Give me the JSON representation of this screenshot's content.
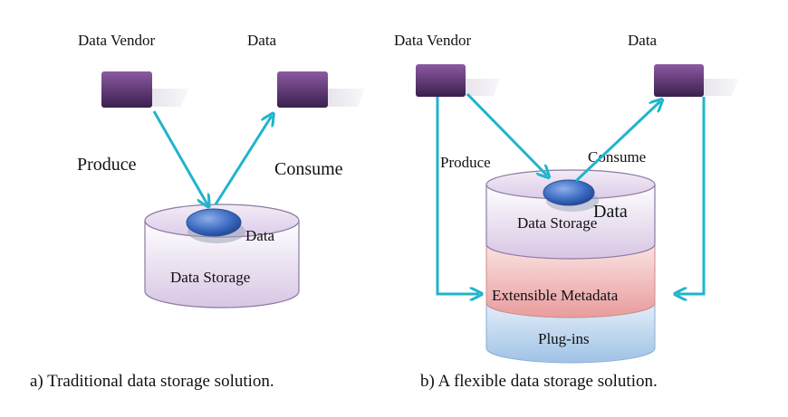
{
  "colors": {
    "arrow": "#20b4cc",
    "terminal_top": "#7a4c8e",
    "terminal_bottom": "#3a1f4d",
    "storage_fill": "#eadff0",
    "storage_edge": "#8c7ba0",
    "data_blob": "#3f6fc4",
    "metadata_fill": "#f2b8b8",
    "plugins_fill": "#bcd6ee"
  },
  "panel_a": {
    "vendor_label": "Data Vendor",
    "data_label": "Data",
    "produce_label": "Produce",
    "consume_label": "Consume",
    "blob_label": "Data",
    "storage_label": "Data Storage",
    "caption": "a) Traditional data storage solution."
  },
  "panel_b": {
    "vendor_label": "Data Vendor",
    "data_label": "Data",
    "produce_label": "Produce",
    "consume_label": "Consume",
    "blob_label": "Data",
    "storage_label": "Data Storage",
    "metadata_label": "Extensible Metadata",
    "plugins_label": "Plug-ins",
    "caption": "b) A flexible data storage solution."
  }
}
